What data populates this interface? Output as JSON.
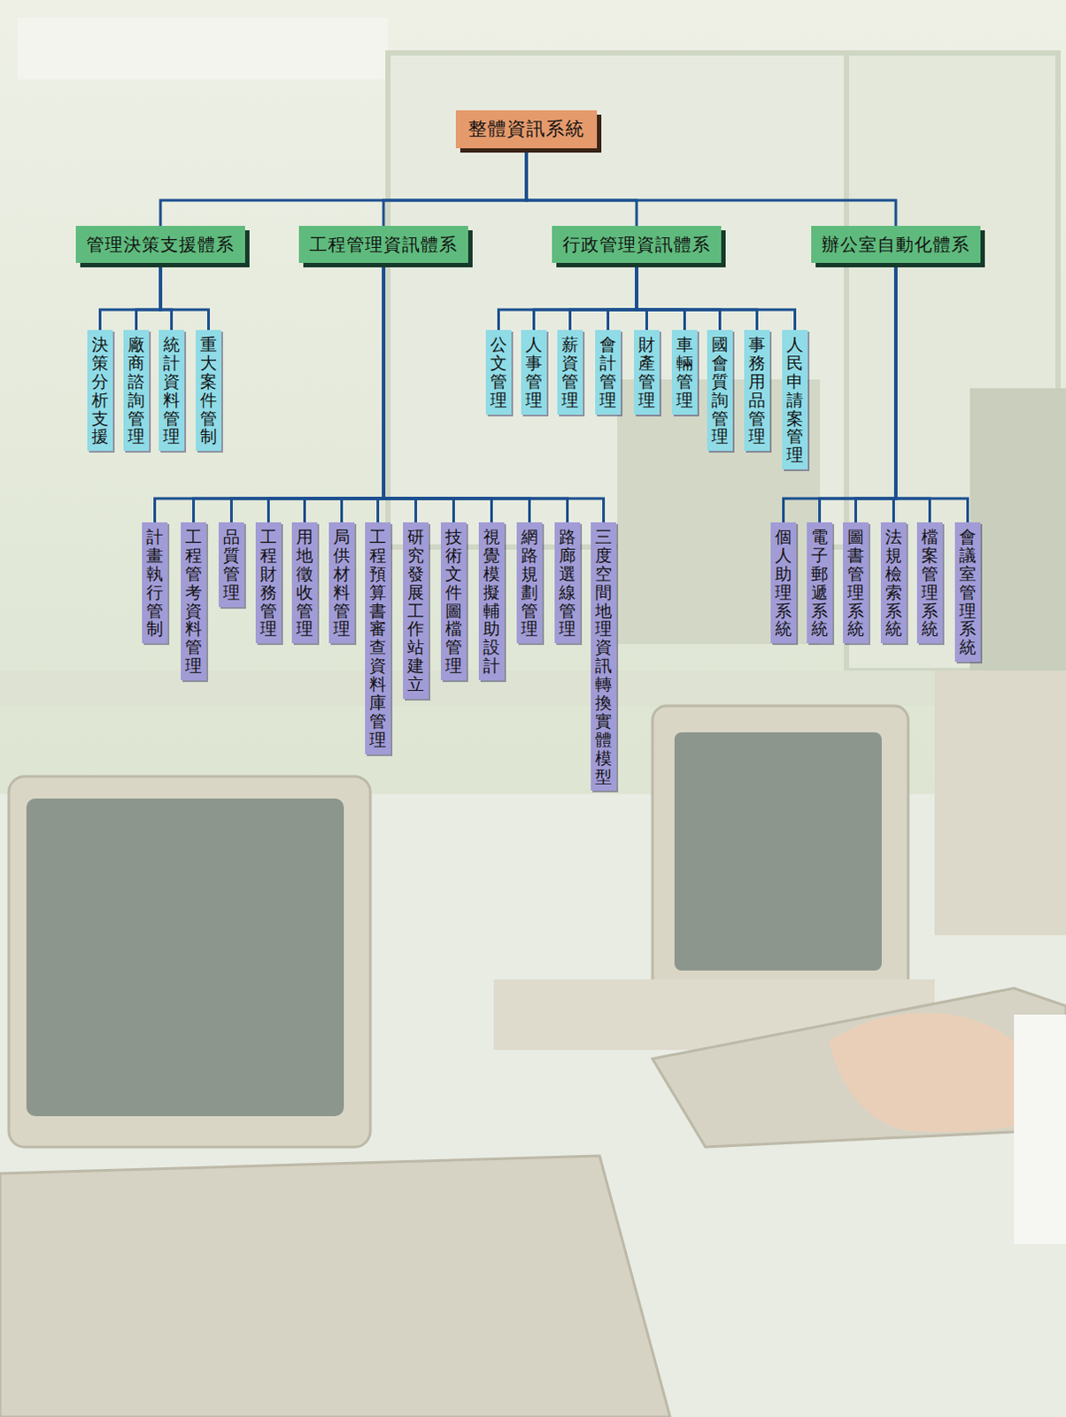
{
  "diagram": {
    "nodes": [
      {
        "text": [
          "整體資訊系統"
        ]
      },
      {
        "text": [
          "管理決策支援體系"
        ]
      },
      {
        "text": [
          "工程管理資訊體系"
        ]
      },
      {
        "text": [
          "行政管理資訊體系"
        ]
      },
      {
        "text": [
          "辦公室自動化體系"
        ]
      },
      {
        "text": [
          "決策分析支援"
        ]
      },
      {
        "text": [
          "廠商諮詢管理"
        ]
      },
      {
        "text": [
          "統計資料管理"
        ]
      },
      {
        "text": [
          "重大案件管制"
        ]
      },
      {
        "text": [
          "公文管理"
        ]
      },
      {
        "text": [
          "人事管理"
        ]
      },
      {
        "text": [
          "薪資管理"
        ]
      },
      {
        "text": [
          "會計管理"
        ]
      },
      {
        "text": [
          "財產管理"
        ]
      },
      {
        "text": [
          "車輛管理"
        ]
      },
      {
        "text": [
          "國會質詢管理"
        ]
      },
      {
        "text": [
          "事務用品管理"
        ]
      },
      {
        "text": [
          "人民申請案管理"
        ]
      },
      {
        "text": [
          "計畫執行管制"
        ]
      },
      {
        "text": [
          "工程管考資料管理"
        ]
      },
      {
        "text": [
          "品質管理"
        ]
      },
      {
        "text": [
          "工程財務管理"
        ]
      },
      {
        "text": [
          "用地徵收管理"
        ]
      },
      {
        "text": [
          "局供材料管理"
        ]
      },
      {
        "text": [
          "工程預算書審查資料庫管理"
        ]
      },
      {
        "text": [
          "研究發展工作站建立"
        ]
      },
      {
        "text": [
          "技術文件圖檔管理"
        ]
      },
      {
        "text": [
          "視覺模擬輔助設計"
        ]
      },
      {
        "text": [
          "網路規劃管理"
        ]
      },
      {
        "text": [
          "路廊選線管理"
        ]
      },
      {
        "text": [
          "三度空間地理資訊轉換實體模型"
        ]
      },
      {
        "text": [
          "個人助理系統"
        ]
      },
      {
        "text": [
          "電子郵遞系統"
        ]
      },
      {
        "text": [
          "圖書管理系統"
        ]
      },
      {
        "text": [
          "法規檢索系統"
        ]
      },
      {
        "text": [
          "檔案管理系統"
        ]
      },
      {
        "text": [
          "會議室管理系統"
        ]
      }
    ],
    "edges": [
      {
        "from": 0,
        "to": 1,
        "arrow": "none"
      },
      {
        "from": 0,
        "to": 2,
        "arrow": "none"
      },
      {
        "from": 0,
        "to": 3,
        "arrow": "none"
      },
      {
        "from": 0,
        "to": 4,
        "arrow": "none"
      },
      {
        "from": 1,
        "to": 5,
        "arrow": "none"
      },
      {
        "from": 1,
        "to": 6,
        "arrow": "none"
      },
      {
        "from": 1,
        "to": 7,
        "arrow": "none"
      },
      {
        "from": 1,
        "to": 8,
        "arrow": "none"
      },
      {
        "from": 3,
        "to": 9,
        "arrow": "none"
      },
      {
        "from": 3,
        "to": 10,
        "arrow": "none"
      },
      {
        "from": 3,
        "to": 11,
        "arrow": "none"
      },
      {
        "from": 3,
        "to": 12,
        "arrow": "none"
      },
      {
        "from": 3,
        "to": 13,
        "arrow": "none"
      },
      {
        "from": 3,
        "to": 14,
        "arrow": "none"
      },
      {
        "from": 3,
        "to": 15,
        "arrow": "none"
      },
      {
        "from": 3,
        "to": 16,
        "arrow": "none"
      },
      {
        "from": 3,
        "to": 17,
        "arrow": "none"
      },
      {
        "from": 2,
        "to": 18,
        "arrow": "none"
      },
      {
        "from": 2,
        "to": 19,
        "arrow": "none"
      },
      {
        "from": 2,
        "to": 20,
        "arrow": "none"
      },
      {
        "from": 2,
        "to": 21,
        "arrow": "none"
      },
      {
        "from": 2,
        "to": 22,
        "arrow": "none"
      },
      {
        "from": 2,
        "to": 23,
        "arrow": "none"
      },
      {
        "from": 2,
        "to": 24,
        "arrow": "none"
      },
      {
        "from": 2,
        "to": 25,
        "arrow": "none"
      },
      {
        "from": 2,
        "to": 26,
        "arrow": "none"
      },
      {
        "from": 2,
        "to": 27,
        "arrow": "none"
      },
      {
        "from": 2,
        "to": 28,
        "arrow": "none"
      },
      {
        "from": 2,
        "to": 29,
        "arrow": "none"
      },
      {
        "from": 2,
        "to": 30,
        "arrow": "none"
      },
      {
        "from": 4,
        "to": 31,
        "arrow": "none"
      },
      {
        "from": 4,
        "to": 32,
        "arrow": "none"
      },
      {
        "from": 4,
        "to": 33,
        "arrow": "none"
      },
      {
        "from": 4,
        "to": 34,
        "arrow": "none"
      },
      {
        "from": 4,
        "to": 35,
        "arrow": "none"
      },
      {
        "from": 4,
        "to": 36,
        "arrow": "none"
      }
    ]
  }
}
